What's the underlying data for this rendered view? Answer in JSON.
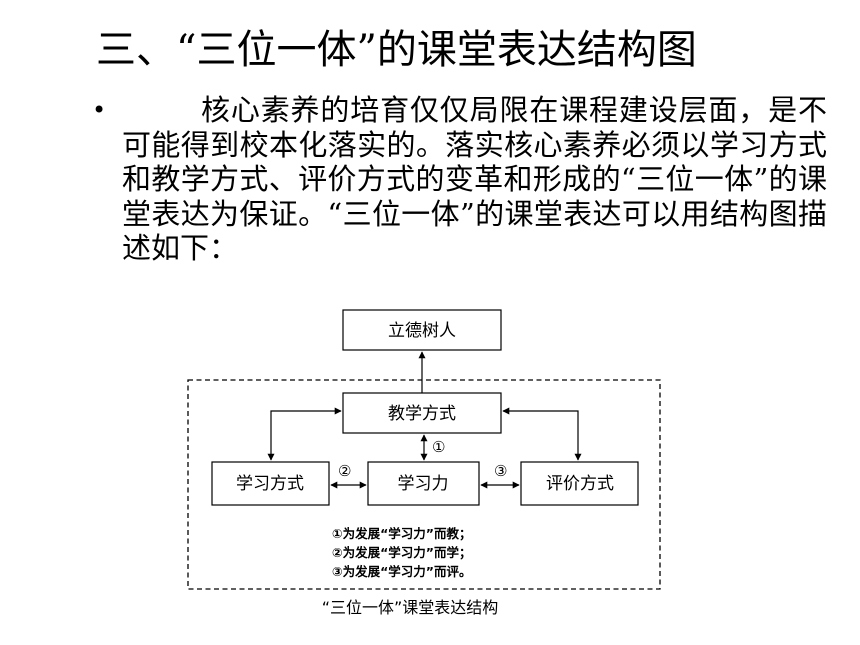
{
  "slide": {
    "title": "三、“三位一体”的课堂表达结构图",
    "bullet": "•",
    "paragraph": "核心素养的培育仅仅局限在课程建设层面，是不可能得到校本化落实的。落实核心素养必须以学习方式和教学方式、评价方式的变革和形成的“三位一体”的课堂表达为保证。“三位一体”的课堂表达可以用结构图描述如下："
  },
  "diagram": {
    "top_node": "立德树人",
    "teaching_node": "教学方式",
    "learning_method_node": "学习方式",
    "learning_power_node": "学习力",
    "evaluation_node": "评价方式",
    "marker_1": "①",
    "marker_2": "②",
    "marker_3": "③",
    "notes": [
      "①为发展“学习力”而教；",
      "②为发展“学习力”而学；",
      "③为发展“学习力”而评。"
    ],
    "caption": "“三位一体”课堂表达结构"
  }
}
